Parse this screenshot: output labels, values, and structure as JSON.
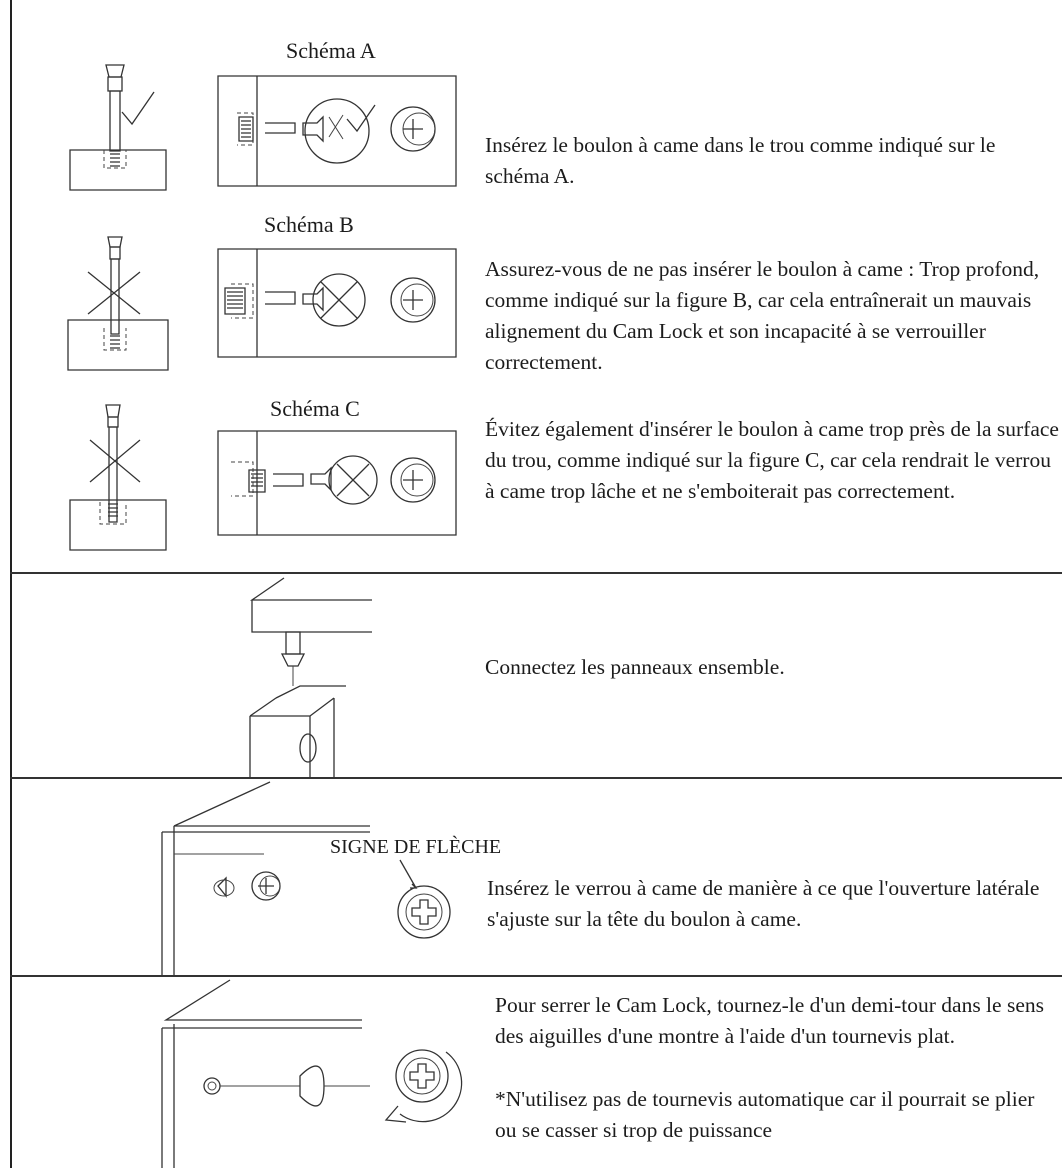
{
  "step1": {
    "schema_a_label": "Schéma A",
    "schema_b_label": "Schéma B",
    "schema_c_label": "Schéma C",
    "text_a": "Insérez le boulon à came dans le trou comme indiqué sur le schéma A.",
    "text_b": "Assurez-vous de ne pas insérer le boulon à came : Trop profond, comme indiqué sur la figure B, car cela entraînerait un mauvais alignement du Cam Lock et son incapacité à se verrouiller correctement.",
    "text_c": "Évitez également d'insérer le boulon à came trop près de la surface du trou, comme indiqué sur la figure C, car cela rendrait le verrou à came trop lâche et ne s'emboiterait pas correctement."
  },
  "step2": {
    "text": "Connectez les panneaux ensemble."
  },
  "step3": {
    "arrow_label": "SIGNE DE FLÈCHE",
    "text": "Insérez le verrou à came de manière à ce que l'ouverture latérale s'ajuste sur la tête du boulon à came."
  },
  "step4": {
    "text": "Pour serrer le Cam Lock, tournez-le d'un demi-tour dans le sens des aiguilles d'une montre à l'aide d'un tournevis plat.",
    "warning": "*N'utilisez pas de tournevis automatique car il pourrait se plier ou se casser si trop de puissance"
  }
}
